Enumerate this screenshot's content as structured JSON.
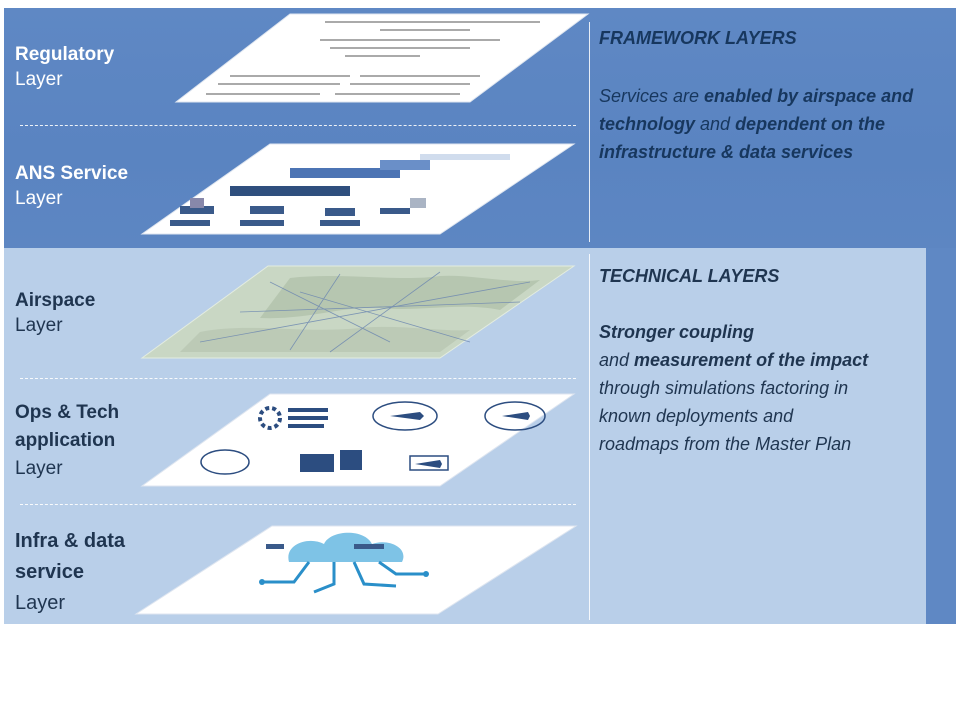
{
  "framework": {
    "heading": "FRAMEWORK LAYERS",
    "desc": {
      "t1": "Services are ",
      "b1": "enabled by airspace and technology",
      "t2": " and ",
      "b2": "dependent on the infrastructure & data services"
    }
  },
  "technical": {
    "heading": "TECHNICAL LAYERS",
    "desc": {
      "b1": "Stronger coupling",
      "t1": "and ",
      "b2": "measurement of the impact",
      "t2": " through simulations factoring in known deployments and roadmaps from the Master Plan"
    }
  },
  "layers": [
    {
      "name": "Regulatory",
      "suffix": "Layer"
    },
    {
      "name": "ANS Service",
      "suffix": "Layer"
    },
    {
      "name": "Airspace",
      "suffix": "Layer"
    },
    {
      "name": "Ops & Tech application",
      "suffix": "Layer"
    },
    {
      "name": "Infra & data service",
      "suffix": "Layer"
    }
  ],
  "colors": {
    "framework_bg": "#5f88c4",
    "technical_bg": "#b9cfe9",
    "heading_text": "#17375e"
  }
}
